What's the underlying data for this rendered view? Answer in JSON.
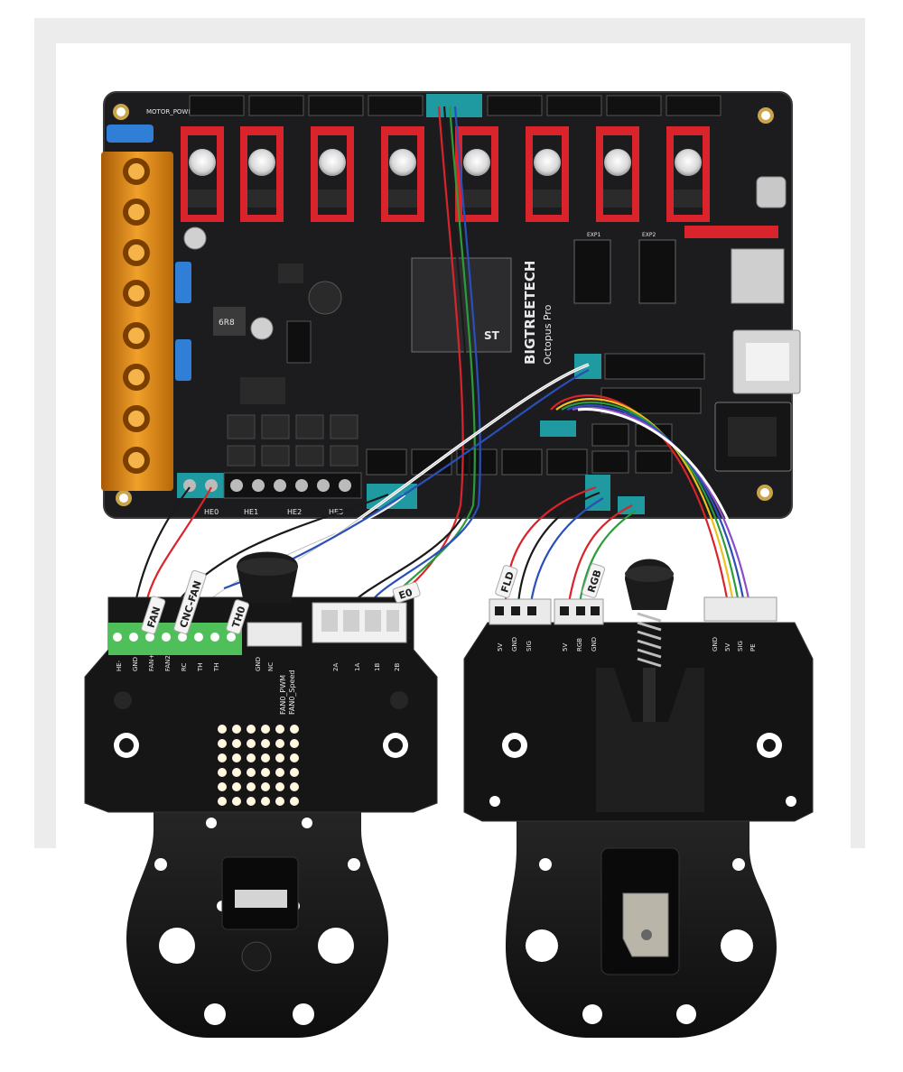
{
  "mainboard": {
    "brand": "BIGTREETECH",
    "model": "Octopus Pro",
    "mcu_maker": "ST",
    "header_label": "MOTOR_POWER",
    "heater_labels": [
      "HE0",
      "HE1",
      "HE2",
      "HE3"
    ],
    "exp_labels": [
      "EXP1",
      "EXP2"
    ],
    "inductor_label": "6R8"
  },
  "toolhead_board_left": {
    "terminal_tags": [
      "FAN",
      "CNC-FAN",
      "TH0"
    ],
    "cable_tag": "E0",
    "fan_connector_labels": [
      "FAN0_PWM",
      "FAN0_Speed"
    ],
    "terminal_pin_labels": [
      "HE-",
      "GND",
      "FAN+",
      "FAN2",
      "RC",
      "TH",
      "TH"
    ],
    "fan_pin_labels": [
      "GND",
      "NC"
    ],
    "motor_pin_labels": [
      "2A",
      "1A",
      "1B",
      "2B"
    ]
  },
  "toolhead_board_right": {
    "connector_tags": [
      "FLD",
      "RGB"
    ],
    "pin_labels": [
      "5V",
      "GND",
      "SIG",
      "5V",
      "RGB",
      "GND",
      "GND",
      "5V",
      "SIG",
      "PE"
    ]
  },
  "colors": {
    "pcb": "#1c1c1e",
    "driver_red": "#d8242a",
    "terminal_orange": "#e58a10",
    "terminal_green": "#4fbf5a",
    "connector_teal": "#1e9aa0",
    "plate_black": "#141414"
  }
}
